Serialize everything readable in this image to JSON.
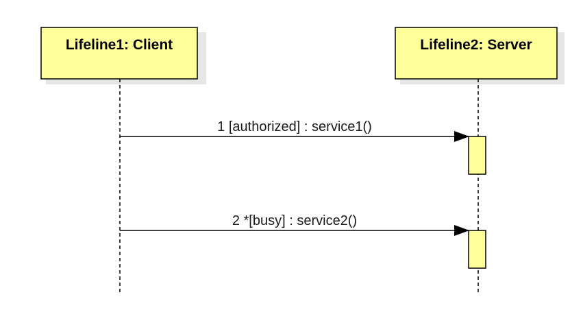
{
  "colors": {
    "box_fill": "#ffff99",
    "box_stroke": "#000000",
    "shadow": "#e6e6e6",
    "line": "#000000",
    "activation_fill": "#ffff99"
  },
  "lifelines": [
    {
      "id": "client",
      "title": "Lifeline1: Client"
    },
    {
      "id": "server",
      "title": "Lifeline2: Server"
    }
  ],
  "messages": [
    {
      "number": "1",
      "from": "client",
      "to": "server",
      "label": "1 [authorized] : service1()"
    },
    {
      "number": "2",
      "from": "client",
      "to": "server",
      "label": "2 *[busy] : service2()"
    }
  ]
}
